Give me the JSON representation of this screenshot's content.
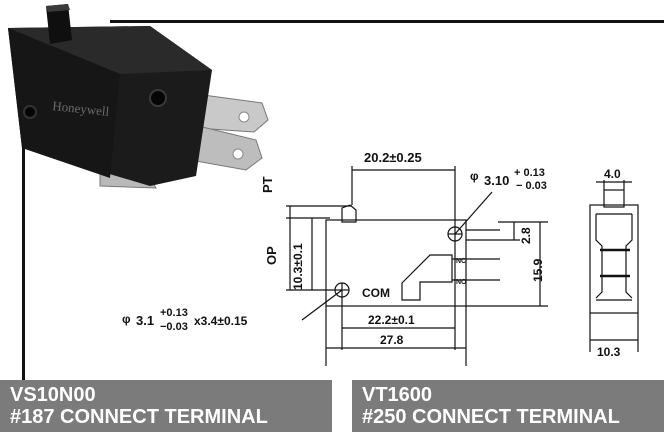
{
  "photo": {
    "brand_text": "Honeywell"
  },
  "side_view": {
    "pt_label": "PT",
    "op_label": "OP",
    "width_top": "20.2±0.25",
    "hole_top_base": "3.10",
    "hole_top_plus": "+ 0.13",
    "hole_top_minus": "− 0.03",
    "dim_2_8": "2.8",
    "dim_15_9": "15.9",
    "dim_10_3": "10.3±0.1",
    "nc_label": "NC",
    "no_label": "NO",
    "com_label": "COM",
    "hole_left_base": "3.1",
    "hole_left_plus": "+0.13",
    "hole_left_minus": "−0.03",
    "hole_left_suffix": "x3.4±0.15",
    "dim_22_2": "22.2±0.1",
    "dim_27_8": "27.8"
  },
  "front_view": {
    "dim_4_0": "4.0",
    "dim_10_3": "10.3"
  },
  "panels": [
    {
      "model": "VS10N00",
      "desc": "#187 CONNECT TERMINAL"
    },
    {
      "model": "VT1600",
      "desc": "#250 CONNECT TERMINAL"
    }
  ],
  "colors": {
    "panel_bg": "#7b7b7b",
    "switch_body": "#1b1b1b",
    "terminal": "#c9c9c9"
  }
}
